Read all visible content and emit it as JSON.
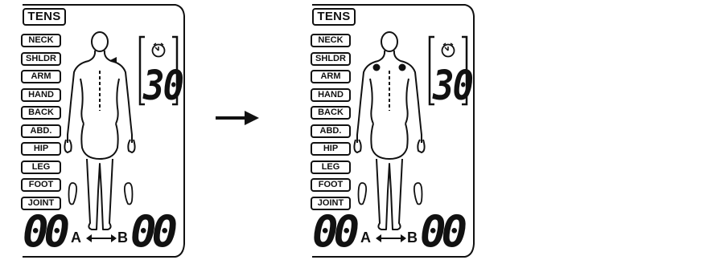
{
  "panels": [
    {
      "title": "TENS",
      "menu": [
        "NECK",
        "SHLDR",
        "ARM",
        "HAND",
        "BACK",
        "ABD.",
        "HIP",
        "LEG",
        "FOOT",
        "JOINT"
      ],
      "timer": "30",
      "channel_a_value": "00",
      "channel_b_value": "00",
      "channel_a_label": "A",
      "channel_b_label": "B",
      "shoulder_pads_visible": false,
      "shoulder_pointer_visible": true
    },
    {
      "title": "TENS",
      "menu": [
        "NECK",
        "SHLDR",
        "ARM",
        "HAND",
        "BACK",
        "ABD.",
        "HIP",
        "LEG",
        "FOOT",
        "JOINT"
      ],
      "timer": "30",
      "channel_a_value": "00",
      "channel_b_value": "00",
      "channel_a_label": "A",
      "channel_b_label": "B",
      "shoulder_pads_visible": true,
      "shoulder_pointer_visible": false
    }
  ],
  "icons": {
    "timer": "clock-icon",
    "transition": "arrow-right-icon",
    "channel_link": "double-arrow-icon",
    "feet": "footprint-icon"
  },
  "colors": {
    "ink": "#111111",
    "background": "#ffffff"
  }
}
